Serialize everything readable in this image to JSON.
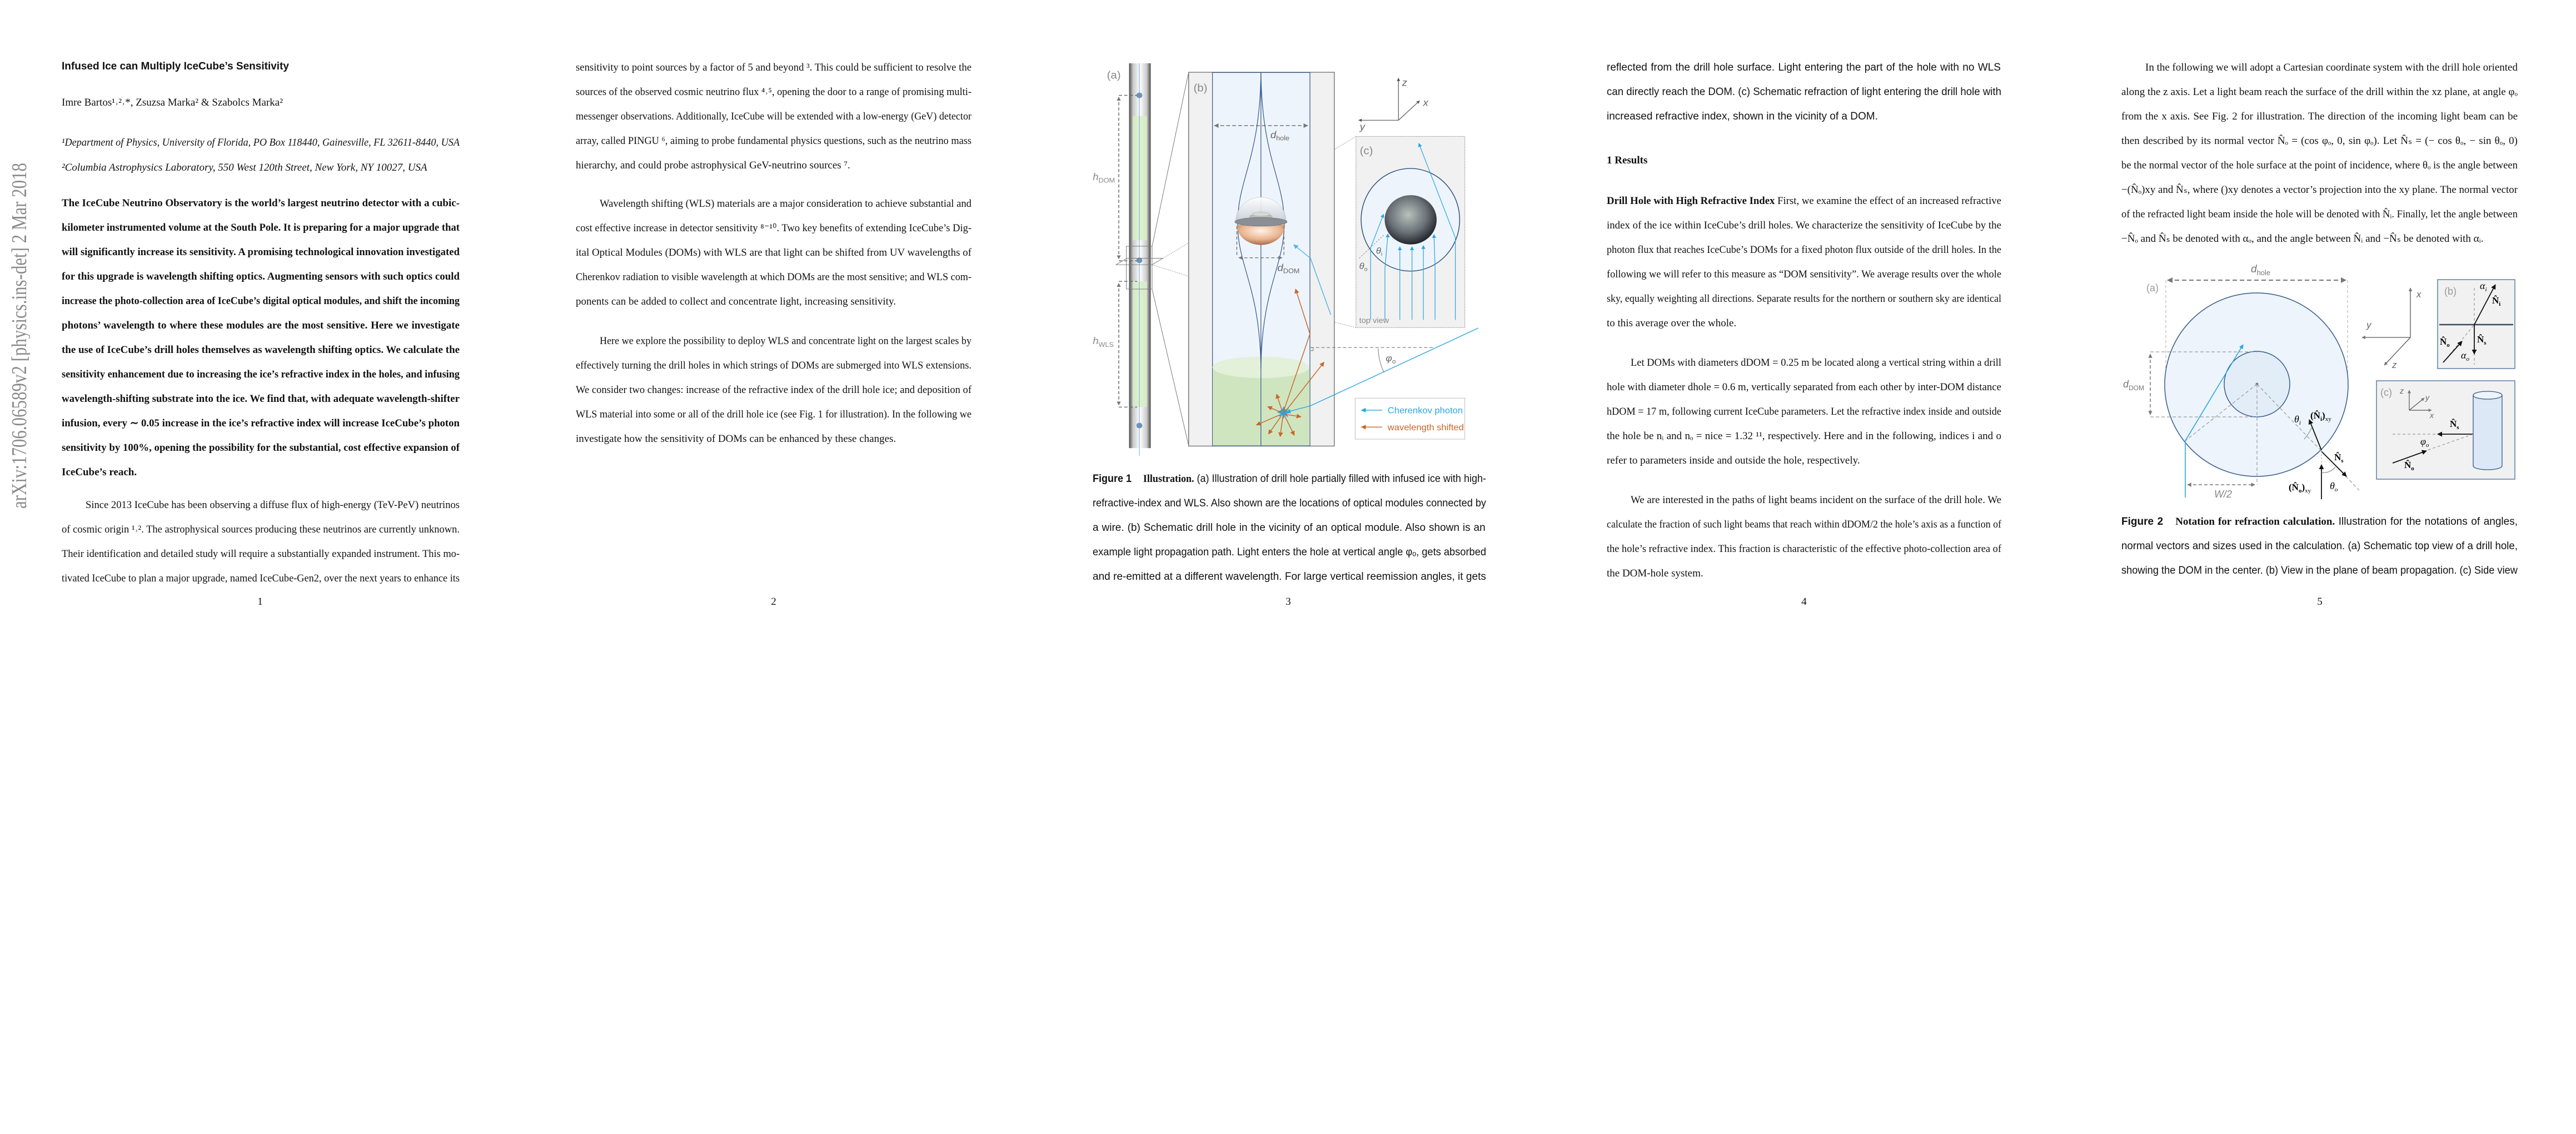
{
  "arxiv_stamp": "arXiv:1706.06589v2  [physics.ins-det]  2 Mar 2018",
  "pages": [
    {
      "number": "1",
      "blocks": [
        {
          "role": "title",
          "lines": [
            "Infused Ice can Multiply IceCube’s Sensitivity"
          ]
        },
        {
          "role": "authors",
          "lines": [
            "Imre Bartos¹˒²˒*, Zsuzsa Marka² & Szabolcs Marka²"
          ]
        },
        {
          "role": "affiliation",
          "lines": [
            "¹Department of Physics, University of Florida, PO Box 118440, Gainesville, FL 32611-8440, USA"
          ]
        },
        {
          "role": "affiliation",
          "lines": [
            "²Columbia Astrophysics Laboratory, 550 West 120th Street, New York, NY 10027, USA"
          ]
        },
        {
          "role": "abstract",
          "indent": false,
          "lines": [
            "The IceCube Neutrino Observatory is the world’s largest neutrino detector with a cubic-",
            "kilometer instrumented volume at the South Pole. It is preparing for a major upgrade that",
            "will significantly increase its sensitivity. A promising technological innovation investigated",
            "for this upgrade is wavelength shifting optics. Augmenting sensors with such optics could",
            "increase the photo-collection area of IceCube’s digital optical modules, and shift the incoming",
            "photons’ wavelength to where these modules are the most sensitive. Here we investigate",
            "the use of IceCube’s drill holes themselves as wavelength shifting optics. We calculate the",
            "sensitivity enhancement due to increasing the ice’s refractive index in the holes, and infusing",
            "wavelength-shifting substrate into the ice. We find that, with adequate wavelength-shifter",
            "infusion, every ∼ 0.05 increase in the ice’s refractive index will increase IceCube’s photon",
            "sensitivity by 100%, opening the possibility for the substantial, cost effective expansion of",
            "IceCube’s reach."
          ]
        },
        {
          "role": "body",
          "indent": true,
          "continues": true,
          "lines": [
            "Since 2013 IceCube has been observing a diffuse flux of high-energy (TeV-PeV) neutrinos",
            "of cosmic origin ¹˒². The astrophysical sources producing these neutrinos are currently unknown.",
            "Their identification and detailed study will require a substantially expanded instrument. This mo-",
            "tivated IceCube to plan a major upgrade, named IceCube-Gen2, over the next years to enhance its"
          ]
        }
      ]
    },
    {
      "number": "2",
      "blocks": [
        {
          "role": "body",
          "indent": false,
          "lines": [
            "sensitivity to point sources by a factor of 5 and beyond ³. This could be sufficient to resolve the",
            "sources of the observed cosmic neutrino flux ⁴˒⁵, opening the door to a range of promising multi-",
            "messenger observations. Additionally, IceCube will be extended with a low-energy (GeV) detector",
            "array, called PINGU ⁶, aiming to probe fundamental physics questions, such as the neutrino mass",
            "hierarchy, and could probe astrophysical GeV-neutrino sources ⁷."
          ]
        },
        {
          "role": "body",
          "indent": true,
          "lines": [
            "Wavelength shifting (WLS) materials are a major consideration to achieve substantial and",
            "cost effective increase in detector sensitivity ⁸⁻¹⁰. Two key benefits of extending IceCube’s Dig-",
            "ital Optical Modules (DOMs) with WLS are that light can be shifted from UV wavelengths of",
            "Cherenkov radiation to visible wavelength at which DOMs are the most sensitive; and WLS com-",
            "ponents can be added to collect and concentrate light, increasing sensitivity."
          ]
        },
        {
          "role": "body",
          "indent": true,
          "lines": [
            "Here we explore the possibility to deploy WLS and concentrate light on the largest scales by",
            "effectively turning the drill holes in which strings of DOMs are submerged into WLS extensions.",
            "We consider two changes: increase of the refractive index of the drill hole ice; and deposition of",
            "WLS material into some or all of the drill hole ice (see Fig. 1 for illustration). In the following we",
            "investigate how the sensitivity of DOMs can be enhanced by these changes."
          ]
        }
      ]
    },
    {
      "number": "3",
      "blocks": [
        {
          "role": "caption",
          "indent": false,
          "continues": true,
          "lines": [
            {
              "label": "Figure 1",
              "bold": "Illustration.",
              "text": " (a) Illustration of drill hole partially filled with infused ice with high-"
            },
            "refractive-index and WLS. Also shown are the locations of optical modules connected by",
            "a wire.  (b) Schematic drill hole in the vicinity of an optical module.  Also shown is an",
            "example light propagation path. Light enters the hole at vertical angle φₒ, gets absorbed",
            "and re-emitted at a different wavelength.  For large vertical reemission angles, it gets"
          ]
        }
      ]
    },
    {
      "number": "4",
      "blocks": [
        {
          "role": "caption",
          "indent": false,
          "lines": [
            "reflected from the drill hole surface.  Light entering the part of the hole with no WLS",
            "can directly reach the DOM. (c) Schematic refraction of light entering the drill hole with",
            "increased refractive index, shown in the vicinity of a DOM."
          ]
        },
        {
          "role": "heading",
          "lines": [
            "1    Results"
          ]
        },
        {
          "role": "body",
          "indent": false,
          "lines": [
            {
              "bold": "Drill Hole with High Refractive Index",
              "text": " First, we examine the effect of an increased refractive"
            },
            "index of the ice within IceCube’s drill holes. We characterize the sensitivity of IceCube by the",
            "photon flux that reaches IceCube’s DOMs for a fixed photon flux outside of the drill holes. In the",
            "following we will refer to this measure as “DOM sensitivity”. We average results over the whole",
            "sky, equally weighting all directions. Separate results for the northern or southern sky are identical",
            "to this average over the whole."
          ]
        },
        {
          "role": "body",
          "indent": true,
          "lines": [
            "Let DOMs with diameters dDOM = 0.25 m be located along a vertical string within a drill",
            "hole with diameter dhole = 0.6 m, vertically separated from each other by inter-DOM distance",
            "hDOM = 17 m, following current IceCube parameters. Let the refractive index inside and outside",
            "the hole be nᵢ and nₒ = nice = 1.32 ¹¹, respectively. Here and in the following, indices i and o",
            "refer to parameters inside and outside the hole, respectively."
          ]
        },
        {
          "role": "body",
          "indent": true,
          "lines": [
            "We are interested in the paths of light beams incident on the surface of the drill hole. We",
            "calculate the fraction of such light beams that reach within dDOM/2 the hole’s axis as a function of",
            "the hole’s refractive index. This fraction is characteristic of the effective photo-collection area of",
            "the DOM-hole system."
          ]
        }
      ]
    },
    {
      "number": "5",
      "blocks": [
        {
          "role": "body",
          "indent": true,
          "lines": [
            "In the following we will adopt a Cartesian coordinate system with the drill hole oriented",
            "along the z axis. Let a light beam reach the surface of the drill within the xz plane, at angle φₒ",
            "from the x axis. See Fig. 2 for illustration. The direction of the incoming light beam can be",
            "then described by its normal vector N̂ₒ = (cos φₒ, 0, sin φₒ). Let N̂ₛ = (− cos θₒ, − sin θₒ, 0)",
            "be the normal vector of the hole surface at the point of incidence, where θₒ is the angle between",
            "−(N̂ₒ)xy and N̂ₛ, where ()xy denotes a vector’s projection into the xy plane. The normal vector",
            "of the refracted light beam inside the hole will be denoted with N̂ᵢ. Finally, let the angle between",
            "−N̂ₒ and N̂ₛ be denoted with αₒ, and the angle between N̂ᵢ and −N̂ₛ be denoted with αᵢ."
          ]
        },
        {
          "role": "caption",
          "indent": false,
          "continues": true,
          "lines": [
            {
              "label": "Figure 2",
              "bold": "Notation for refraction calculation.",
              "text": " Illustration for the notations of angles,"
            },
            "normal vectors and sizes used in the calculation.  (a) Schematic top view of a drill hole,",
            "showing the DOM in the center. (b) View in the plane of beam propagation. (c) Side view"
          ]
        }
      ]
    }
  ],
  "figure1": {
    "panel_a": "(a)",
    "panel_b": "(b)",
    "panel_c": "(c)",
    "h_dom": [
      "h",
      "DOM"
    ],
    "h_wls": [
      "h",
      "WLS"
    ],
    "d_hole": [
      "d",
      "hole"
    ],
    "d_dom": [
      "d",
      "DOM"
    ],
    "axis_x": "x",
    "axis_y": "y",
    "axis_z": "z",
    "phi_o": [
      "φ",
      "o"
    ],
    "theta_i": [
      "θ",
      "i"
    ],
    "theta_o": [
      "θ",
      "o"
    ],
    "top_view": "top view",
    "legend": [
      {
        "label": "Cherenkov photon",
        "color": "#2aa6df"
      },
      {
        "label": "wavelength shifted",
        "color": "#c9652b"
      }
    ]
  },
  "figure2": {
    "panel_a": "(a)",
    "panel_b": "(b)",
    "panel_c": "(c)",
    "d_hole": [
      "d",
      "hole"
    ],
    "d_dom": [
      "d",
      "DOM"
    ],
    "w_half": "W/2",
    "axis_x": "x",
    "axis_y": "y",
    "axis_z": "z",
    "theta_i": [
      "θ",
      "i"
    ],
    "theta_o": [
      "θ",
      "o"
    ],
    "ni_xy": [
      "(N̂",
      "i",
      ")",
      "xy"
    ],
    "no_xy": [
      "(N̂",
      "o",
      ")",
      "xy"
    ],
    "n_s": [
      "N̂",
      "s"
    ],
    "n_i": [
      "N̂",
      "i"
    ],
    "n_o": [
      "N̂",
      "o"
    ],
    "alpha_i": [
      "α",
      "i"
    ],
    "alpha_o": [
      "α",
      "o"
    ],
    "phi_o": [
      "φ",
      "o"
    ]
  },
  "colors": {
    "cherenkov": "#2aa6df",
    "shifted": "#c9652b",
    "hole_stroke": "#34598a",
    "hole_fill": "#edf4fc",
    "wls_green": "#d3eac6"
  }
}
